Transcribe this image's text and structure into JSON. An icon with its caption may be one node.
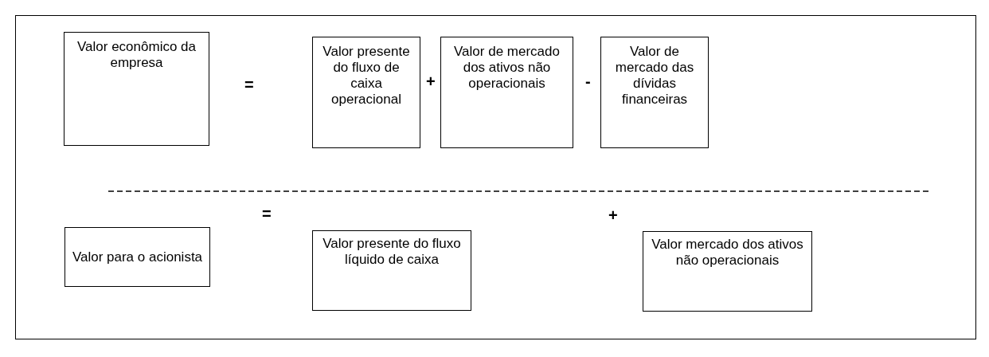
{
  "diagram": {
    "nodes": [
      {
        "text": [
          "Valor econômico da empresa"
        ]
      },
      {
        "text": [
          "Valor presente do fluxo de caixa operacional"
        ]
      },
      {
        "text": [
          "Valor de mercado dos ativos não operacionais"
        ]
      },
      {
        "text": [
          "Valor de mercado das dívidas financeiras"
        ]
      },
      {
        "text": [
          "Valor para o acionista"
        ]
      },
      {
        "text": [
          "Valor presente do fluxo líquido de caixa"
        ]
      },
      {
        "text": [
          "Valor mercado dos ativos não operacionais"
        ]
      }
    ],
    "labels": [
      "=",
      "+",
      "-",
      "=",
      "+"
    ]
  }
}
